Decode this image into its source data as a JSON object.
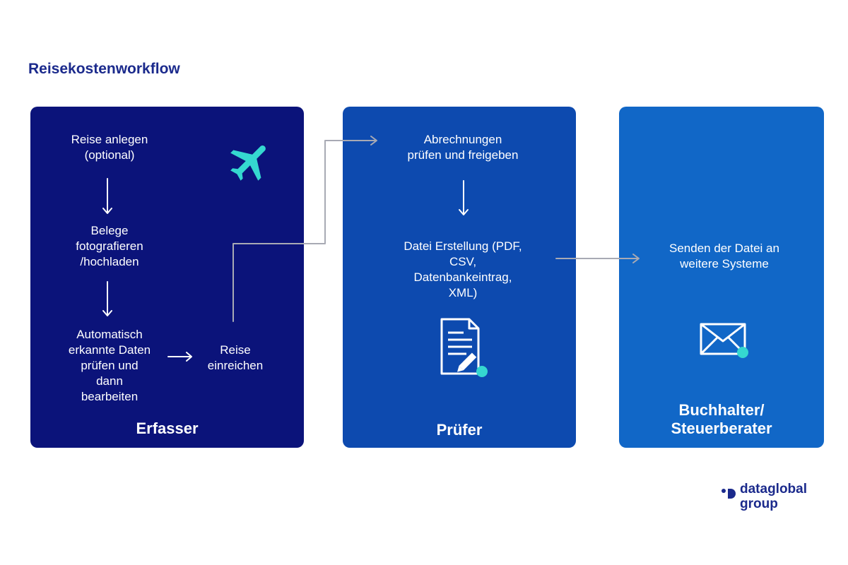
{
  "title": "Reisekostenworkflow",
  "colors": {
    "title": "#1b2a8c",
    "panel_erfasser": "#0b137a",
    "panel_pruefer": "#0d4aaf",
    "panel_buchhalter": "#1167c7",
    "accent": "#35d8d0",
    "connector": "#a8aab4"
  },
  "panels": [
    {
      "role": "Erfasser",
      "steps": [
        "Reise anlegen\n(optional)",
        "Belege\nfotografieren\n/hochladen",
        "Automatisch\nerkannte Daten\nprüfen und\ndann\nbearbeiten",
        "Reise\neinreichen"
      ],
      "icon": "airplane-icon"
    },
    {
      "role": "Prüfer",
      "steps": [
        "Abrechnungen\nprüfen und freigeben",
        "Datei Erstellung (PDF,\nCSV,\nDatenbankeintrag,\nXML)"
      ],
      "icon": "document-edit-icon"
    },
    {
      "role": "Buchhalter/\nSteuerberater",
      "steps": [
        "Senden der Datei an\nweitere Systeme"
      ],
      "icon": "envelope-icon"
    }
  ],
  "logo": {
    "line1": "dataglobal",
    "line2": "group"
  }
}
